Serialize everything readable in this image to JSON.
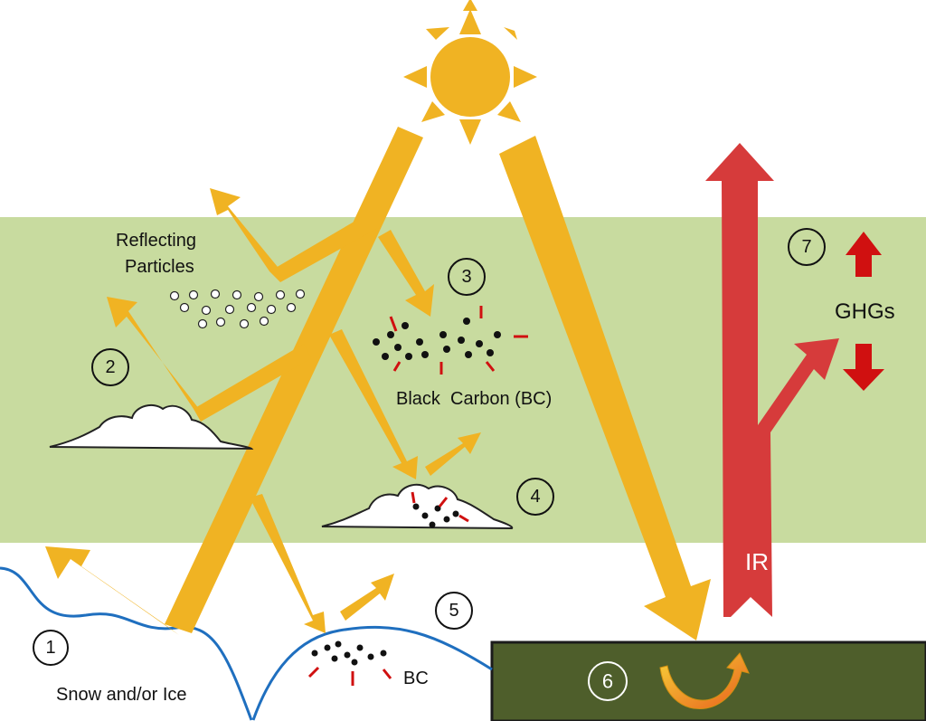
{
  "labels": {
    "reflecting_line1": "Reflecting",
    "reflecting_line2": "Particles",
    "black_carbon": "Black  Carbon (BC)",
    "ghgs": "GHGs",
    "ir": "IR",
    "bc_small": "BC",
    "snow_ice": "Snow and/or Ice"
  },
  "markers": [
    "1",
    "2",
    "3",
    "4",
    "5",
    "6",
    "7"
  ],
  "colors": {
    "sunlight": "#F0B323",
    "infrared": "#D63B3B",
    "atmosphere": "#C8DB9F",
    "ground": "#4E5E2B",
    "snow_line": "#1F6FBF",
    "warming_arrow": "#D01010"
  }
}
